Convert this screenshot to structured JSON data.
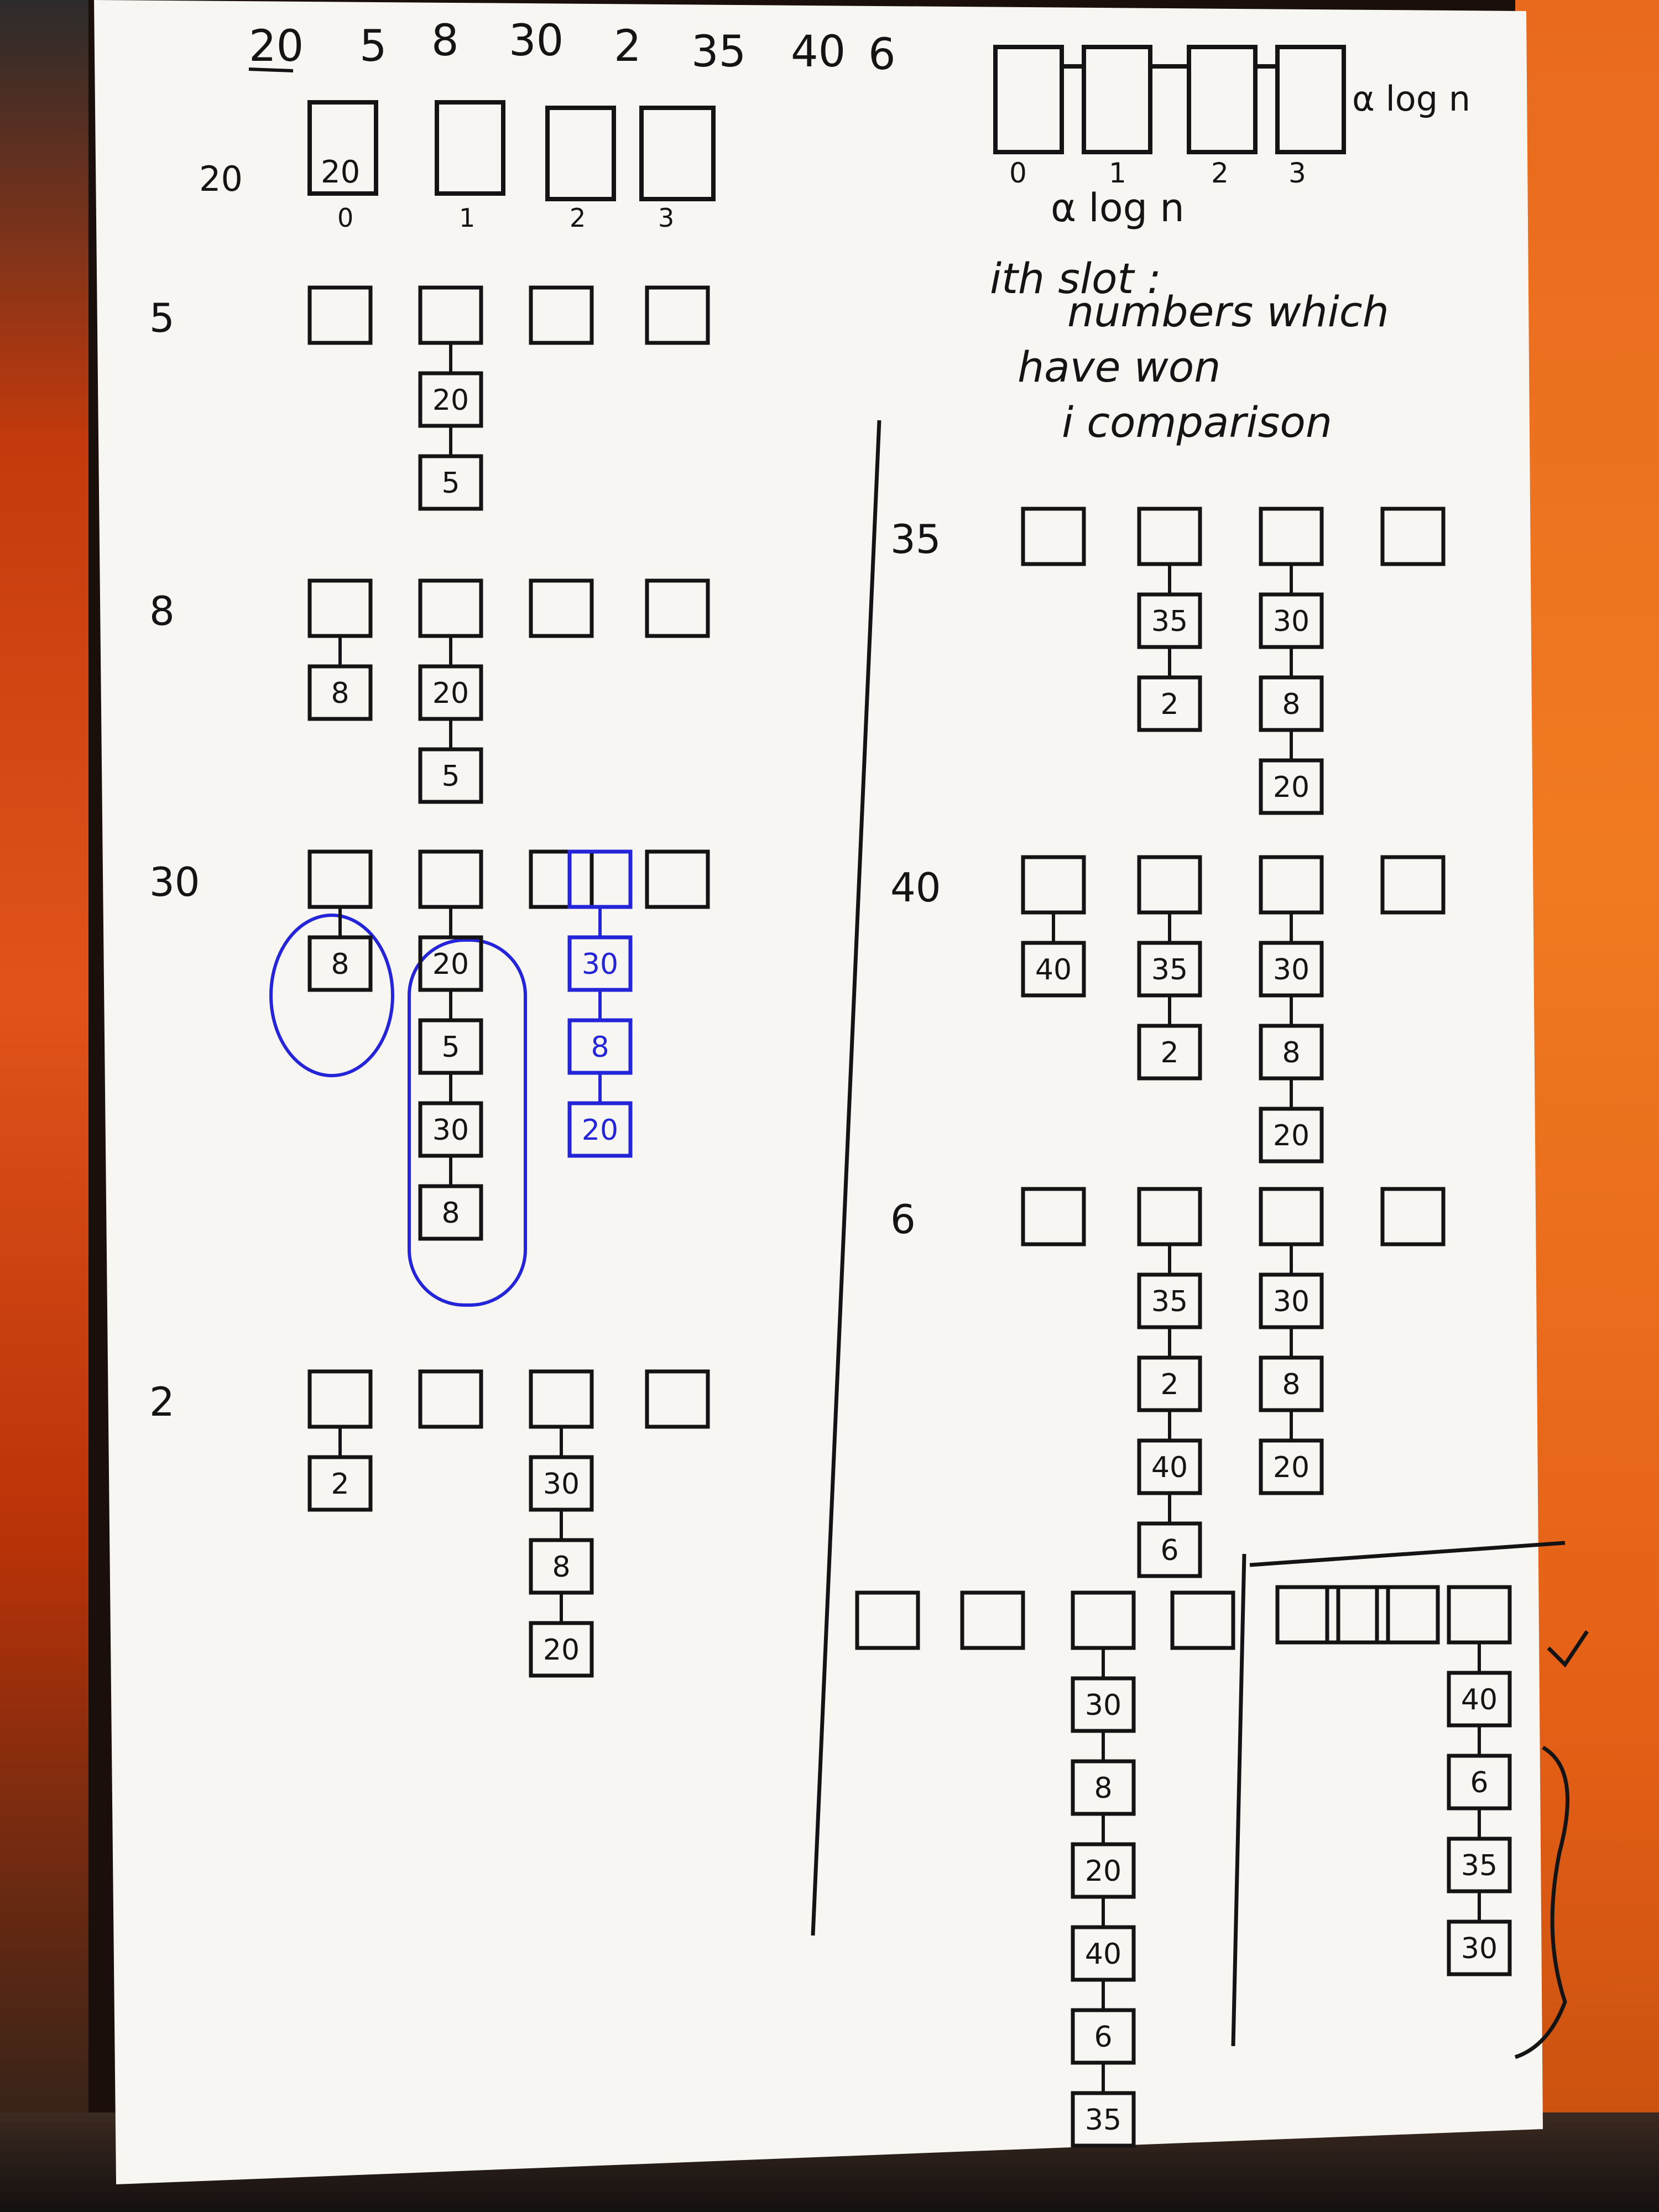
{
  "header_sequence": [
    "20",
    "5",
    "8",
    "30",
    "2",
    "35",
    "40",
    "6"
  ],
  "top_row": {
    "row_label": "20",
    "slot_indices": [
      "0",
      "1",
      "2",
      "3"
    ],
    "slot0_value": "20"
  },
  "structure": {
    "slot_indices": [
      "0",
      "1",
      "2",
      "3"
    ],
    "size_label": "α log n",
    "under_label": "α log n",
    "note_lines": [
      "ith slot :",
      "numbers which",
      "have won",
      "i comparison"
    ]
  },
  "left_steps": [
    {
      "label": "5",
      "columns": [
        [],
        [
          "20",
          "5"
        ],
        [],
        []
      ]
    },
    {
      "label": "8",
      "columns": [
        [
          "8"
        ],
        [
          "20",
          "5"
        ],
        [],
        []
      ]
    },
    {
      "label": "30",
      "columns": [
        [
          "8"
        ],
        [
          "20",
          "5",
          "30",
          "8"
        ],
        [],
        []
      ],
      "merged_column": [
        "30",
        "8",
        "20"
      ]
    },
    {
      "label": "2",
      "columns": [
        [
          "2"
        ],
        [],
        [
          "30",
          "8",
          "20"
        ],
        []
      ]
    }
  ],
  "right_steps": [
    {
      "label": "35",
      "columns": [
        [],
        [
          "35",
          "2"
        ],
        [
          "30",
          "8",
          "20"
        ],
        []
      ]
    },
    {
      "label": "40",
      "columns": [
        [
          "40"
        ],
        [
          "35",
          "2"
        ],
        [
          "30",
          "8",
          "20"
        ],
        []
      ]
    },
    {
      "label": "6",
      "columns": [
        [],
        [
          "35",
          "2",
          "40",
          "6"
        ],
        [
          "30",
          "8",
          "20"
        ],
        []
      ]
    }
  ],
  "final_step": {
    "columns": [
      [],
      [],
      [
        "30",
        "8",
        "20",
        "40",
        "6",
        "35"
      ],
      []
    ]
  },
  "final_slots": {
    "columns": [
      [],
      [],
      [],
      [
        "40",
        "6",
        "35",
        "30"
      ]
    ]
  },
  "colors": {
    "ink": "#141414",
    "blue_ink": "#2424d8",
    "paper": "#f7f6f2"
  }
}
